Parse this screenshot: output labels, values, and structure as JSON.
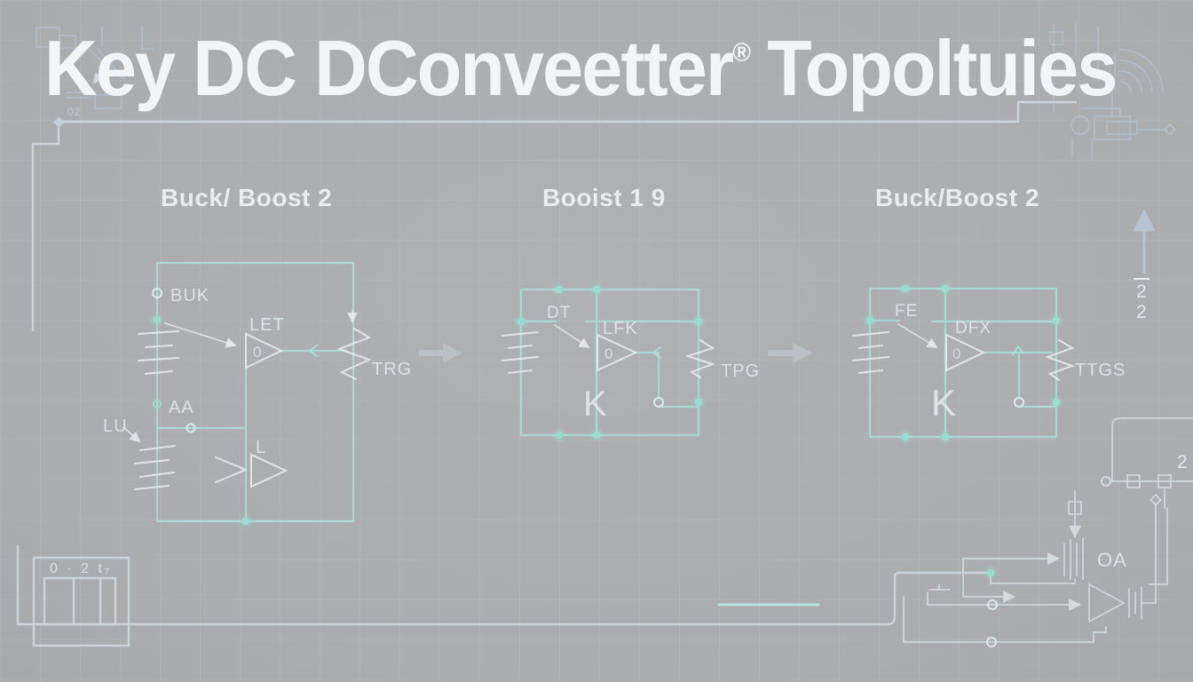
{
  "title": {
    "main": "Key DC DConveetter",
    "reg": "®",
    "tail": "Topoltuies"
  },
  "corner_tag": "02",
  "panels": [
    {
      "heading": "Buck/ Boost 2",
      "labels": {
        "input_node": "BUK",
        "amp": "LET",
        "amp_value": "0",
        "load": "TRG",
        "mid_node": "AA",
        "callout": "LU",
        "buffer": "L"
      }
    },
    {
      "heading": "Booist 1 9",
      "labels": {
        "input_node": "DT",
        "amp": "LFK",
        "amp_value": "0",
        "load": "TPG",
        "switch": "K"
      }
    },
    {
      "heading": "Buck/Boost 2",
      "labels": {
        "input_node": "FE",
        "amp": "DFX",
        "amp_value": "0",
        "load": "TTGS",
        "switch": "K"
      }
    }
  ],
  "right_margin": {
    "fraction_top": "2",
    "fraction_bottom": "2"
  },
  "bottom_right": {
    "cap_label": "OA",
    "corner_tag": "2"
  },
  "bottom_left_box": {
    "text": "0 · 2 t₇"
  },
  "colors": {
    "background": "#a9abad",
    "circuit_teal": "#a8dcd6",
    "line_white": "#e9edee",
    "border_line": "#cdd6dc",
    "doodle_blue": "#b6c6da",
    "arrow_gray": "#b9c0c6",
    "title_white": "#f3f4f6"
  }
}
